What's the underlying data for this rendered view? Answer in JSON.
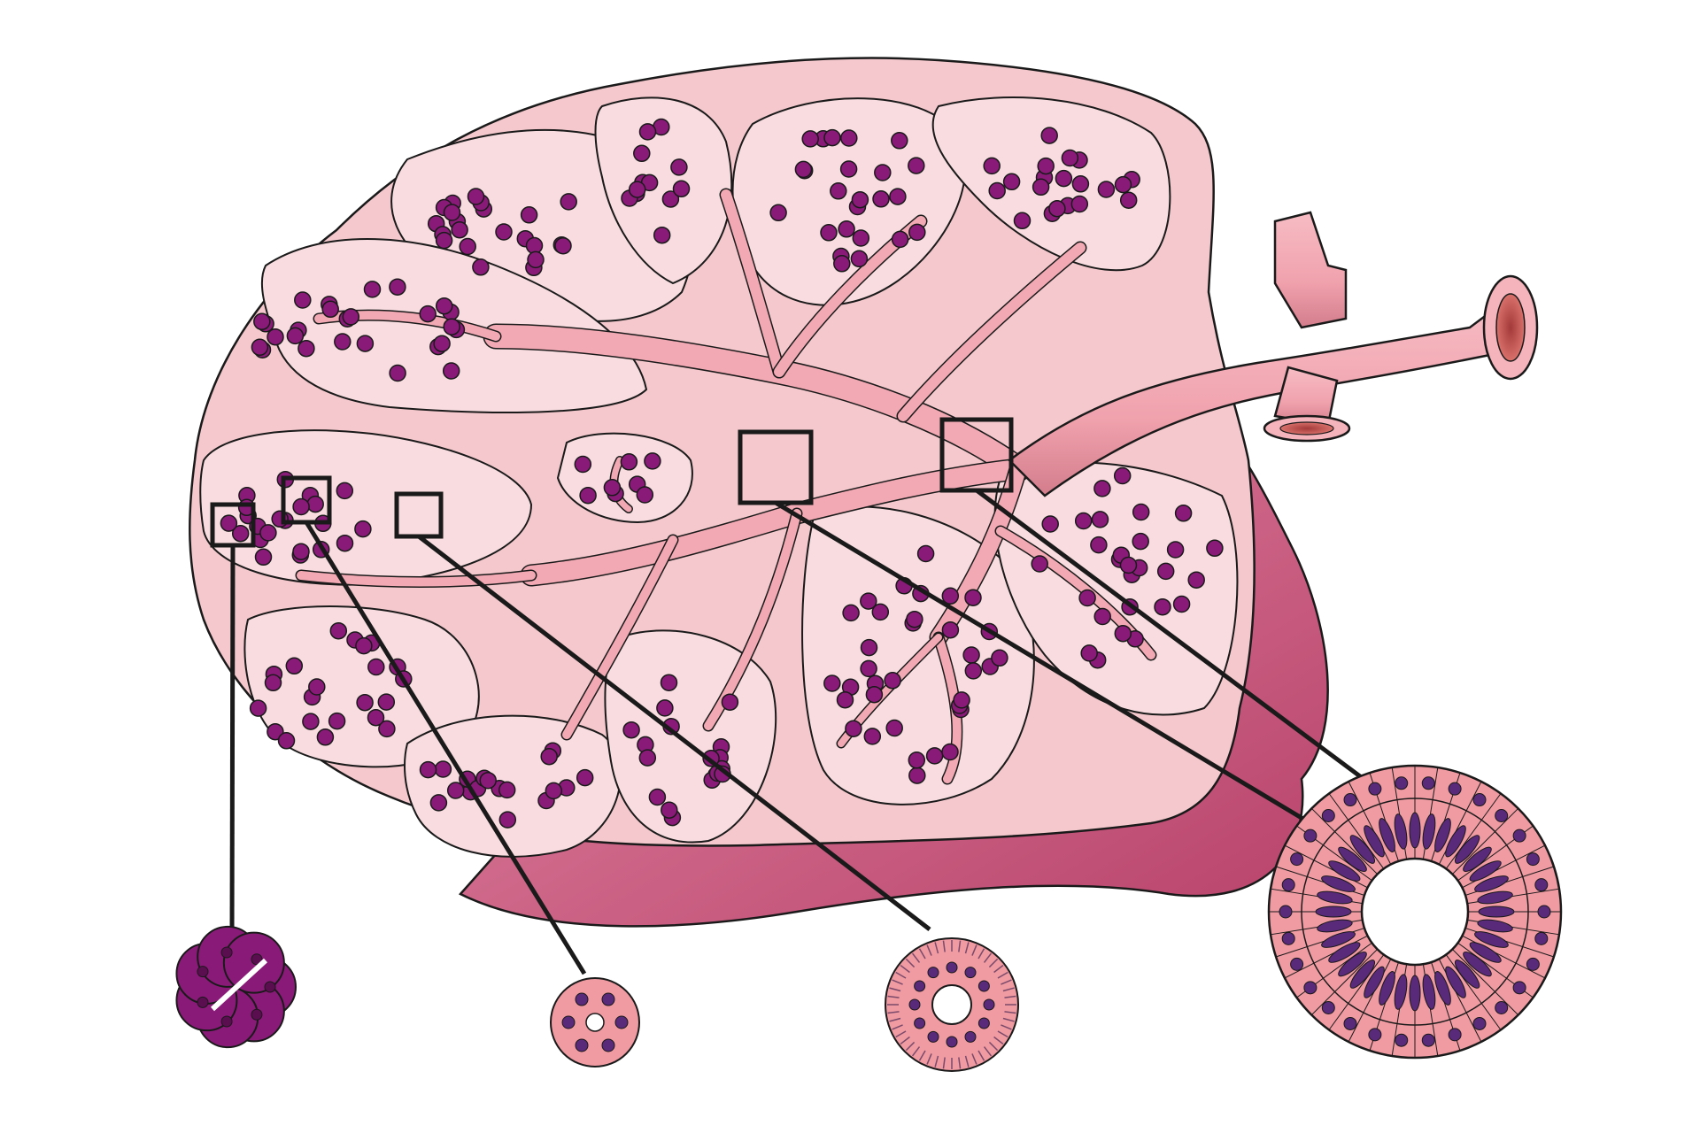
{
  "diagram": {
    "labels": [],
    "colors": {
      "background": "#ffffff",
      "outline": "#1a1a1a",
      "parenchyma": "#f4c8cc",
      "parenchyma_light": "#f9dfe1",
      "lobule_fill": "#f8dcdf",
      "duct": "#f2a9b3",
      "duct_dark": "#d9808f",
      "shadow": "#c44a72",
      "acinus_cell": "#8a1a78",
      "acinus_cell_dark": "#5a0e50",
      "epithelium": "#f09aa2",
      "nucleus": "#5a2a7a"
    },
    "callouts": [
      {
        "id": "acinus",
        "icon": "acinus-cross-section-icon"
      },
      {
        "id": "intercalated-duct",
        "icon": "intercalated-duct-cross-section-icon"
      },
      {
        "id": "striated-duct",
        "icon": "striated-duct-cross-section-icon"
      },
      {
        "id": "excretory-duct",
        "icon": "excretory-duct-cross-section-icon"
      }
    ]
  }
}
